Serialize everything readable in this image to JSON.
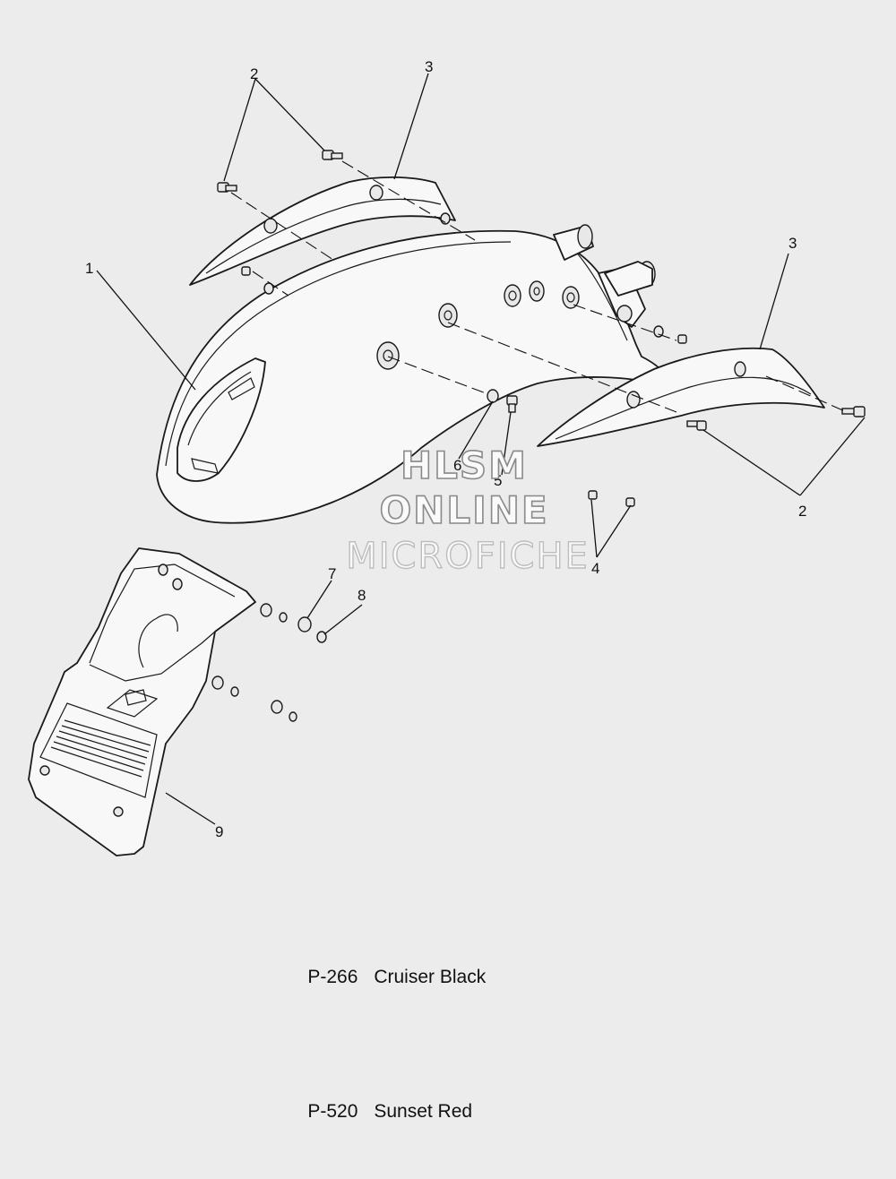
{
  "callouts": {
    "c1": "1",
    "c2a": "2",
    "c2b": "2",
    "c3a": "3",
    "c3b": "3",
    "c4": "4",
    "c5": "5",
    "c6": "6",
    "c7": "7",
    "c8": "8",
    "c9": "9"
  },
  "watermark": {
    "line1": "HLSM",
    "line2": "ONLINE",
    "line3": "MICROFICHE"
  },
  "color_legend": [
    {
      "code": "P-266",
      "name": "Cruiser Black"
    },
    {
      "code": "P-520",
      "name": "Sunset Red"
    }
  ]
}
